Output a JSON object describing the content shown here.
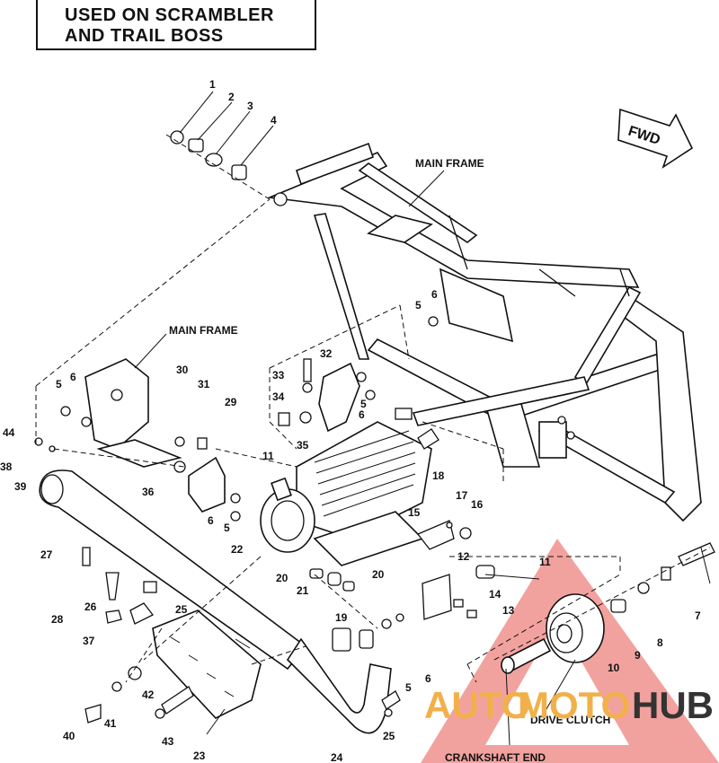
{
  "header": {
    "line1": "USED ON SCRAMBLER",
    "line2": "AND TRAIL BOSS"
  },
  "direction_arrow": {
    "label": "FWD"
  },
  "labels": {
    "main_frame_top": "MAIN FRAME",
    "main_frame_left": "MAIN FRAME",
    "drive_clutch": "DRIVE CLUTCH",
    "crankshaft_end": "CRANKSHAFT END"
  },
  "callouts": [
    "1",
    "2",
    "3",
    "4",
    "5",
    "6",
    "5",
    "6",
    "33",
    "34",
    "32",
    "30",
    "31",
    "29",
    "44",
    "38",
    "39",
    "6",
    "5",
    "11",
    "35",
    "18",
    "36",
    "6",
    "5",
    "17",
    "16",
    "15",
    "22",
    "27",
    "20",
    "21",
    "20",
    "12",
    "11",
    "28",
    "26",
    "25",
    "37",
    "14",
    "13",
    "7",
    "8",
    "19",
    "5",
    "6",
    "10",
    "9",
    "42",
    "41",
    "40",
    "43",
    "23",
    "24",
    "5",
    "25"
  ],
  "watermark": {
    "text_auto": "AUTO",
    "text_moto": "MOTO",
    "text_hub": "HUB",
    "color_auto": "#f2b04a",
    "color_hub": "#333333",
    "color_triangle": "#e8554e"
  }
}
